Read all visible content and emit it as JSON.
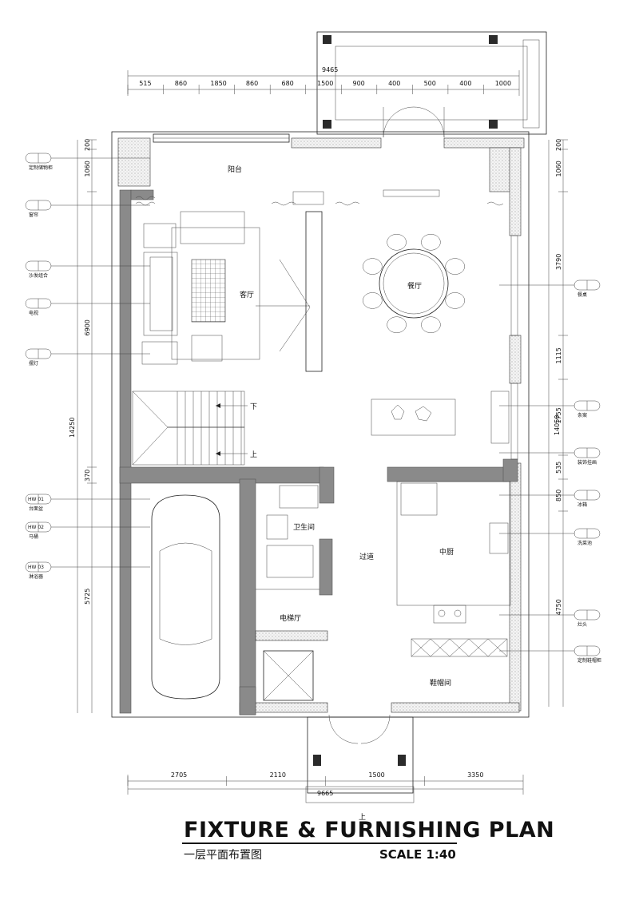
{
  "plan": {
    "title": "FIXTURE & FURNISHING PLAN",
    "subtitle": "一层平面布置图",
    "scale": "SCALE  1:40"
  },
  "dimensions": {
    "top_total": "9465",
    "top_segments": [
      "515",
      "860",
      "1850",
      "860",
      "680",
      "1500",
      "900",
      "400",
      "500",
      "400",
      "1000"
    ],
    "bottom_total": "9665",
    "bottom_segments": [
      "2705",
      "2110",
      "1500",
      "3350"
    ],
    "left_total": "14250",
    "left_segments": [
      "200",
      "1060",
      "6900",
      "370",
      "5725"
    ],
    "right_total": "14050",
    "right_segments": [
      "200",
      "1060",
      "3790",
      "1115",
      "1755",
      "535",
      "850",
      "4750"
    ]
  },
  "rooms": {
    "balcony": "阳台",
    "living": "客厅",
    "dining": "餐厅",
    "corridor": "过道",
    "kitchen": "中厨",
    "bathroom": "卫生间",
    "elevator_hall": "电梯厅",
    "shoe_room": "鞋帽间",
    "stair_down": "下",
    "stair_up": "上",
    "entry_mark": "上"
  },
  "left_labels": [
    {
      "code": "",
      "text": "定制储物柜"
    },
    {
      "code": "",
      "text": "窗帘"
    },
    {
      "code": "",
      "text": "沙发组合"
    },
    {
      "code": "",
      "text": "电视"
    },
    {
      "code": "",
      "text": "摆灯"
    },
    {
      "code": "HW 01",
      "text": "台面盆"
    },
    {
      "code": "HW 02",
      "text": "马桶"
    },
    {
      "code": "HW 03",
      "text": "淋浴器"
    }
  ],
  "right_labels": [
    {
      "code": "",
      "text": "餐桌"
    },
    {
      "code": "",
      "text": "条案"
    },
    {
      "code": "",
      "text": "装饰挂画"
    },
    {
      "code": "",
      "text": "冰箱"
    },
    {
      "code": "",
      "text": "洗菜池"
    },
    {
      "code": "",
      "text": "灶头"
    },
    {
      "code": "",
      "text": "定制鞋帽柜"
    }
  ]
}
